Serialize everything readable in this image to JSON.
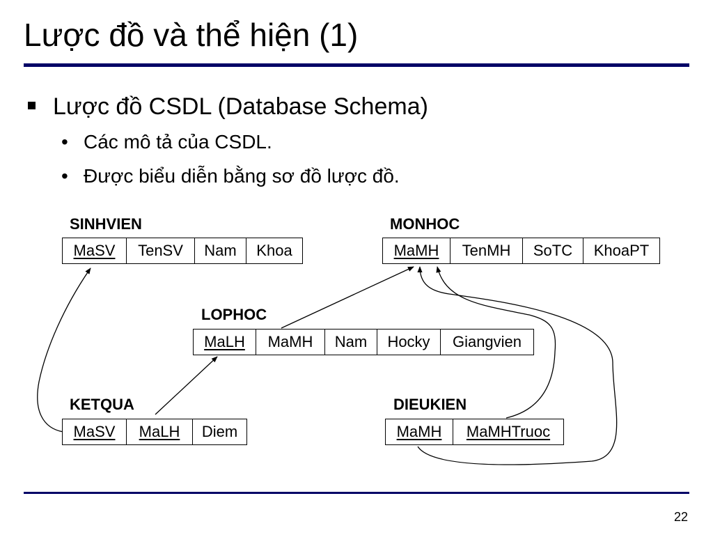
{
  "slide": {
    "title": "Lược đồ và thể hiện (1)",
    "page_number": "22"
  },
  "bullets": {
    "main": "Lược đồ CSDL (Database Schema)",
    "sub": [
      "Các mô tả của CSDL.",
      "Được biểu diễn bằng sơ đồ lược đồ."
    ]
  },
  "schema": {
    "sinhvien": {
      "name": "SINHVIEN",
      "attributes": [
        "MaSV",
        "TenSV",
        "Nam",
        "Khoa"
      ],
      "keys": [
        "MaSV"
      ]
    },
    "monhoc": {
      "name": "MONHOC",
      "attributes": [
        "MaMH",
        "TenMH",
        "SoTC",
        "KhoaPT"
      ],
      "keys": [
        "MaMH"
      ]
    },
    "lophoc": {
      "name": "LOPHOC",
      "attributes": [
        "MaLH",
        "MaMH",
        "Nam",
        "Hocky",
        "Giangvien"
      ],
      "keys": [
        "MaLH"
      ]
    },
    "ketqua": {
      "name": "KETQUA",
      "attributes": [
        "MaSV",
        "MaLH",
        "Diem"
      ],
      "keys": [
        "MaSV",
        "MaLH"
      ]
    },
    "dieukien": {
      "name": "DIEUKIEN",
      "attributes": [
        "MaMH",
        "MaMHTruoc"
      ],
      "keys": [
        "MaMH",
        "MaMHTruoc"
      ]
    }
  },
  "references": [
    {
      "from": "KETQUA.MaSV",
      "to": "SINHVIEN.MaSV"
    },
    {
      "from": "KETQUA.MaLH",
      "to": "LOPHOC.MaLH"
    },
    {
      "from": "LOPHOC.MaMH",
      "to": "MONHOC.MaMH"
    },
    {
      "from": "DIEUKIEN.MaMH",
      "to": "MONHOC.MaMH"
    },
    {
      "from": "DIEUKIEN.MaMHTruoc",
      "to": "MONHOC.MaMH"
    }
  ],
  "colors": {
    "rule": "#000066",
    "text": "#000000",
    "background": "#ffffff"
  }
}
